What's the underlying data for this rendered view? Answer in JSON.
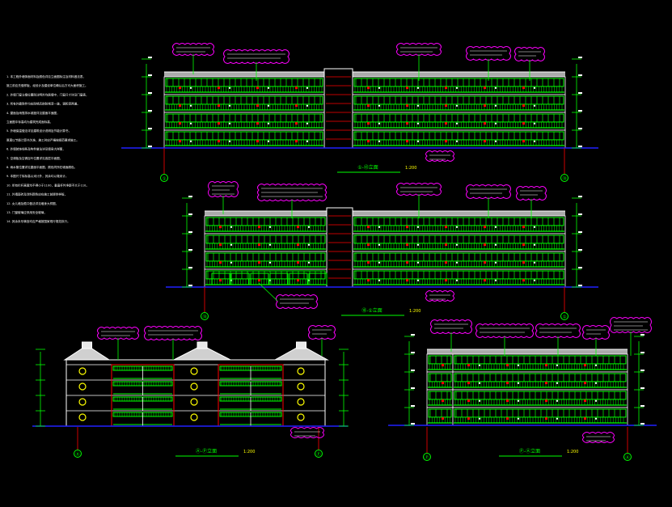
{
  "drawing": {
    "background": "#000000",
    "colors": {
      "building": "#00ff00",
      "outline": "#ffffff",
      "callout": "#ff00ff",
      "notes": "#ffffff",
      "axis": "#00ff00",
      "ground": "#2020ff",
      "frame": "#ff0000",
      "roof": "#c8c8c8",
      "highlight": "#ffff00"
    },
    "notes_lines": [
      "1. 本工程外墙饰面材料及颜色详见立面图标注及材料做法表，",
      "施工前应先做样板，经设计及建设单位确认后方可大面积施工。",
      "2. 外墙门窗立樘位置除注明外均居墙中，门窗尺寸详见门窗表，",
      "3. 所有外露铁件均应除锈后刷防锈漆一道，调和漆两道。",
      "4. 屋面及雨篷排水坡度详见屋面平面图，",
      "立面图中标高均为建筑完成面标高，",
      "5. 外墙保温做法详见建筑设计说明及节能计算书，",
      "厚度以节能计算书为准，施工时应严格按规范要求施工。",
      "6. 外墙装饰线条及构件做法详见墙身大样图，",
      "7. 空调板及空调百叶位置详见各层平面图，",
      "8. 雨水管位置详见屋面平面图，颜色同所在墙面颜色。",
      "9. 本图尺寸除标高以米计外，其余均以毫米计。",
      "10. 所有栏杆高度均不得小于1100，垂直杆件净距不大于110。",
      "11. 外墙面砖及涂料颜色应在施工前提供样板，",
      "12. 女儿墙及檐口做法详见墙身大样图，",
      "13. 门窗玻璃应采用安全玻璃，",
      "14. 其余未尽事宜均应严格按国家现行规范执行。"
    ],
    "elevations": [
      {
        "title": "①-⑱立面",
        "scale": "1:200"
      },
      {
        "title": "⑱-①立面",
        "scale": "1:200"
      },
      {
        "title": "Ⓐ-Ⓟ立面",
        "scale": "1:200"
      },
      {
        "title": "Ⓟ-Ⓐ立面",
        "scale": "1:200"
      }
    ],
    "axis_labels": {
      "top_left": "①",
      "top_right": "⑱",
      "mid_left": "⑱",
      "mid_right": "①",
      "bl_left": "Ⓐ",
      "bl_right": "Ⓟ",
      "br_left": "Ⓟ",
      "br_right": "Ⓐ"
    }
  }
}
